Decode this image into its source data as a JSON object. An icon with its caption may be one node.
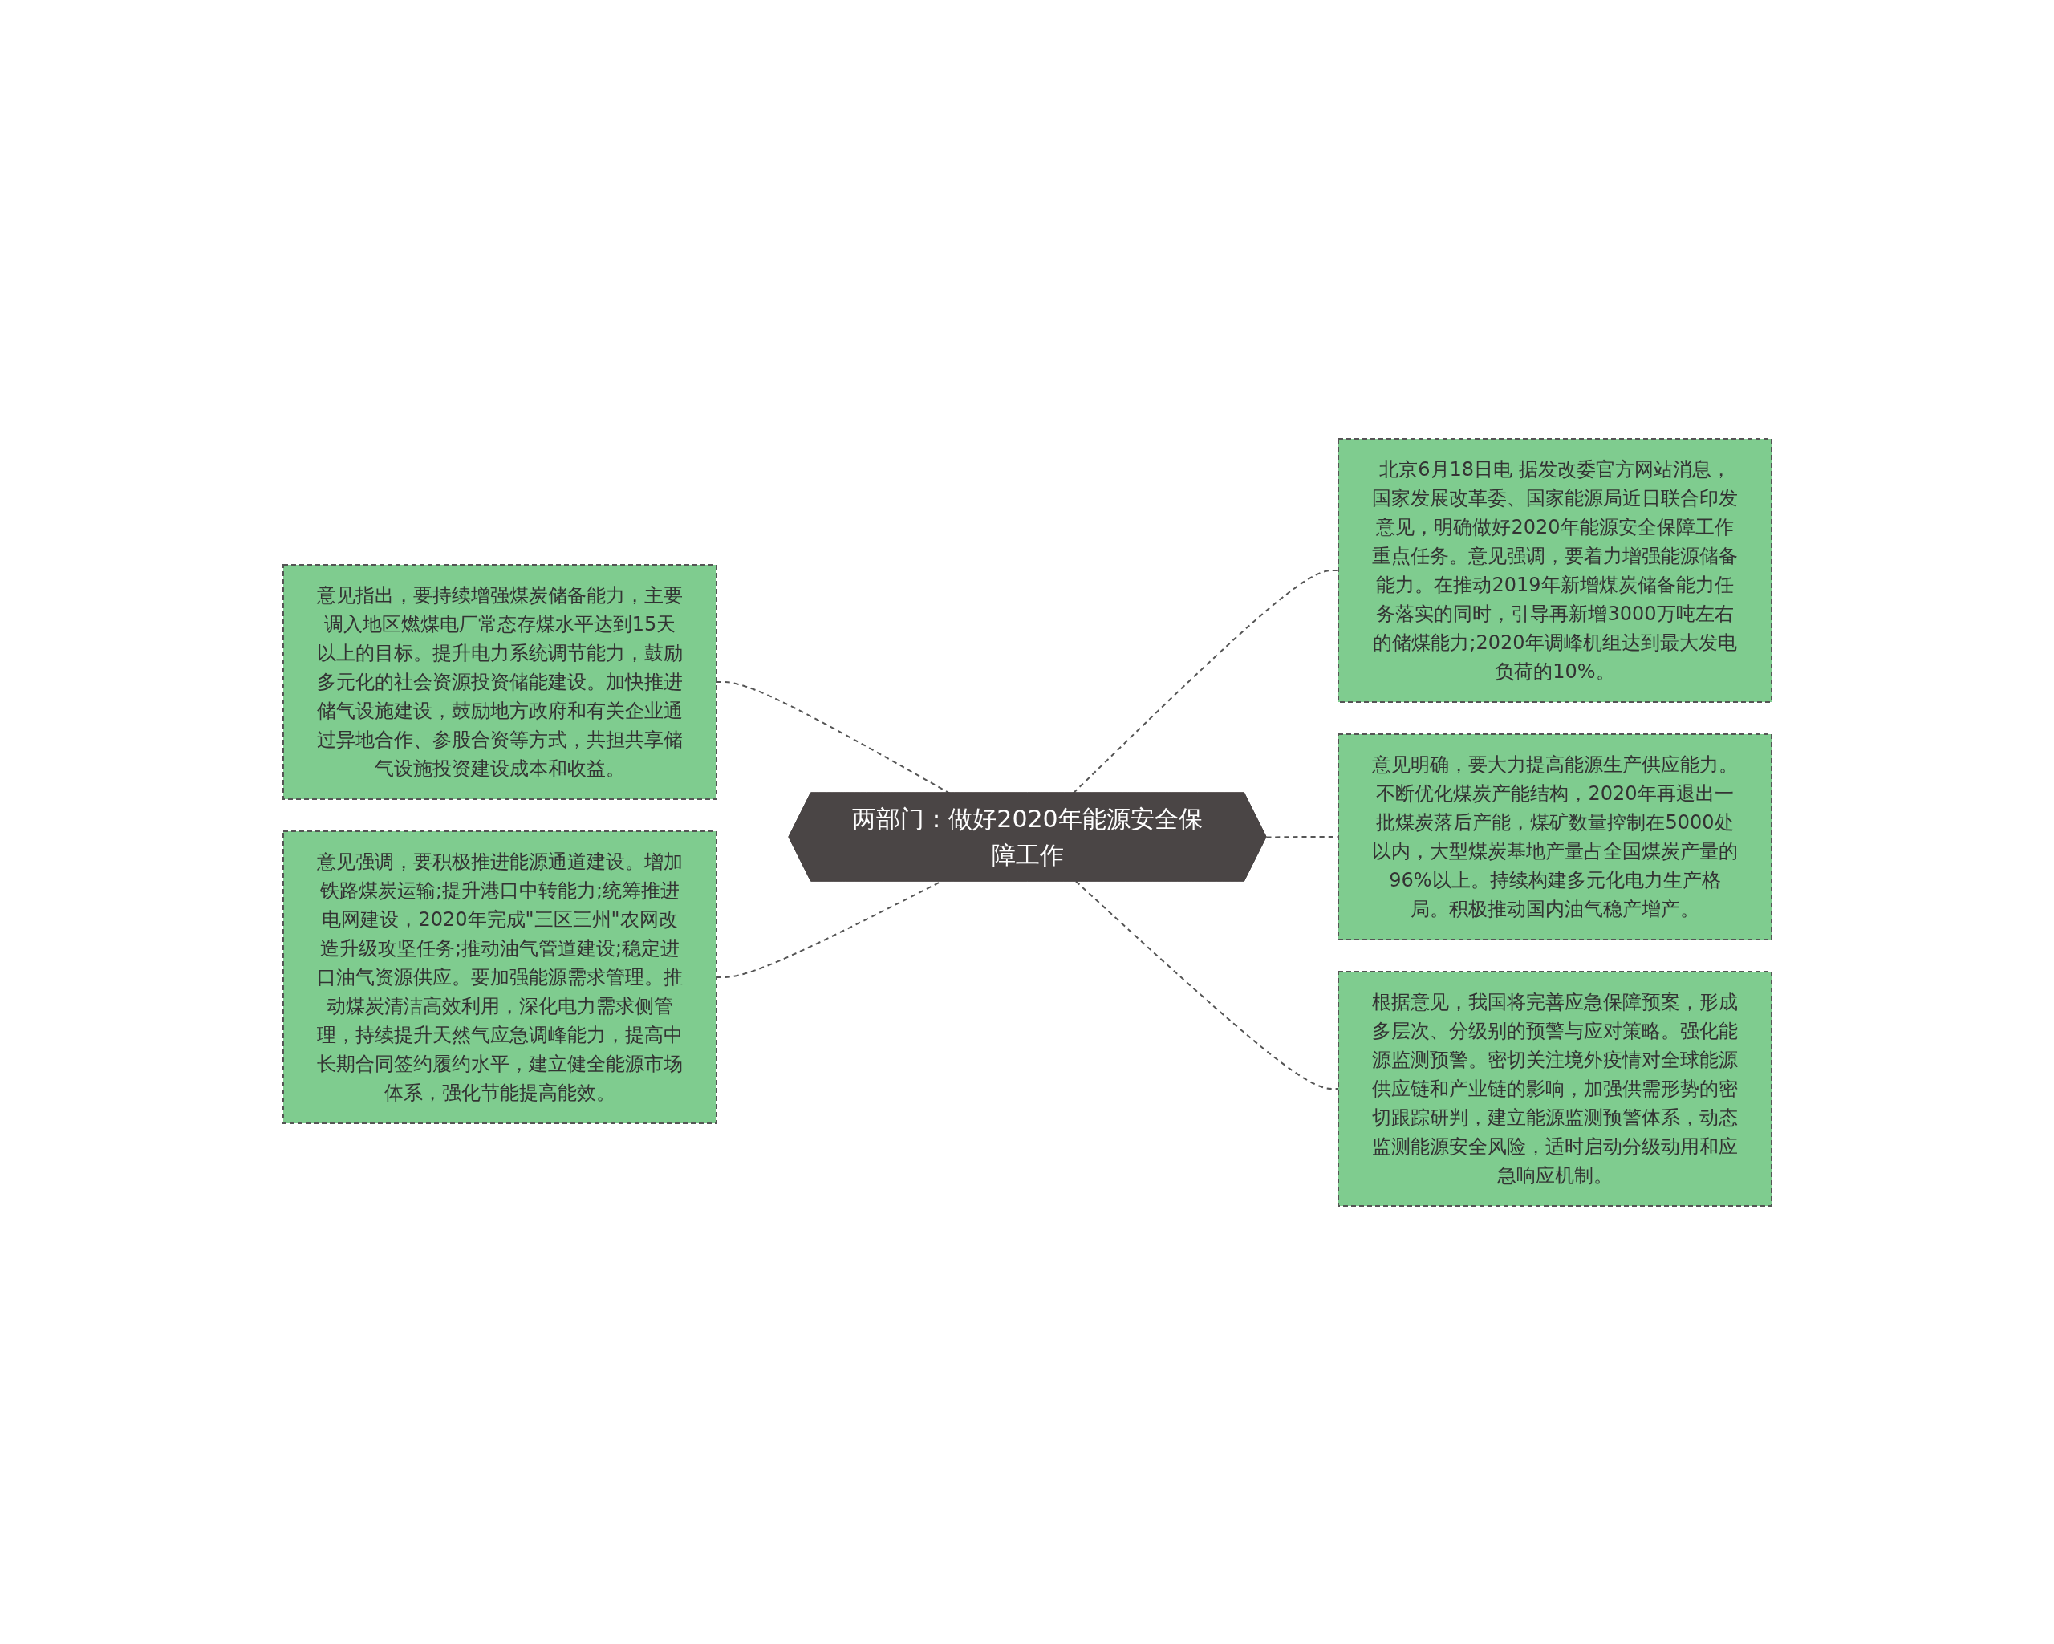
{
  "diagram": {
    "nodes": [
      {
        "text": [
          "两部门：做好2020年能源安全保障工作"
        ]
      },
      {
        "text": [
          "意见指出，要持续增强煤炭储备能力，主要调入地区燃煤电厂常态存煤水平达到15天以上的目标。提升电力系统调节能力，鼓励多元化的社会资源投资储能建设。加快推进储气设施建设，鼓励地方政府和有关企业通过异地合作、参股合资等方式，共担共享储气设施投资建设成本和收益。"
        ]
      },
      {
        "text": [
          "意见强调，要积极推进能源通道建设。增加铁路煤炭运输;提升港口中转能力;统筹推进电网建设，2020年完成\"三区三州\"农网改造升级攻坚任务;推动油气管道建设;稳定进口油气资源供应。要加强能源需求管理。推动煤炭清洁高效利用，深化电力需求侧管理，持续提升天然气应急调峰能力，提高中长期合同签约履约水平，建立健全能源市场体系，强化节能提高能效。"
        ]
      },
      {
        "text": [
          "北京6月18日电 据发改委官方网站消息，国家发展改革委、国家能源局近日联合印发意见，明确做好2020年能源安全保障工作重点任务。意见强调，要着力增强能源储备能力。在推动2019年新增煤炭储备能力任务落实的同时，引导再新增3000万吨左右的储煤能力;2020年调峰机组达到最大发电负荷的10%。"
        ]
      },
      {
        "text": [
          "意见明确，要大力提高能源生产供应能力。不断优化煤炭产能结构，2020年再退出一批煤炭落后产能，煤矿数量控制在5000处以内，大型煤炭基地产量占全国煤炭产量的96%以上。持续构建多元化电力生产格局。积极推动国内油气稳产增产。"
        ]
      },
      {
        "text": [
          "根据意见，我国将完善应急保障预案，形成多层次、分级别的预警与应对策略。强化能源监测预警。密切关注境外疫情对全球能源供应链和产业链的影响，加强供需形势的密切跟踪研判，建立能源监测预警体系，动态监测能源安全风险，适时启动分级动用和应急响应机制。"
        ]
      }
    ],
    "edges": [
      {
        "from": 0,
        "to": 1,
        "arrow": "none",
        "style": "dashed"
      },
      {
        "from": 0,
        "to": 2,
        "arrow": "none",
        "style": "dashed"
      },
      {
        "from": 0,
        "to": 3,
        "arrow": "none",
        "style": "dashed"
      },
      {
        "from": 0,
        "to": 4,
        "arrow": "none",
        "style": "dashed"
      },
      {
        "from": 0,
        "to": 5,
        "arrow": "none",
        "style": "dashed"
      }
    ]
  }
}
